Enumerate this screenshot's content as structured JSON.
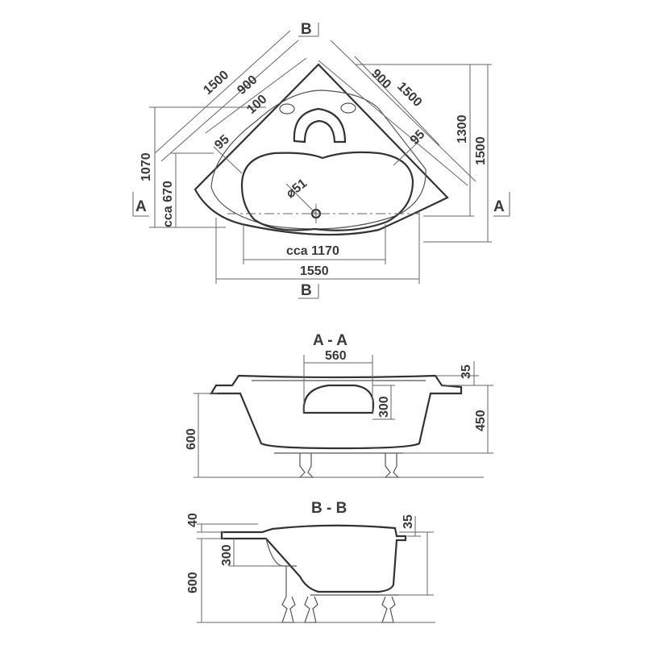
{
  "plan": {
    "section_marker_a": "A",
    "section_marker_b": "B",
    "dim_1500_left": "1500",
    "dim_900_left": "900",
    "dim_100": "100",
    "dim_95_left": "95",
    "dim_900_right": "900",
    "dim_1500_right": "1500",
    "dim_95_right": "95",
    "dim_1300": "1300",
    "dim_1500_vertical": "1500",
    "dim_1070": "1070",
    "dim_670": "cca 670",
    "dim_drain": "⌀51",
    "dim_1170": "cca 1170",
    "dim_1550": "1550"
  },
  "section_aa": {
    "title": "A - A",
    "dim_560": "560",
    "dim_300": "300",
    "dim_35": "35",
    "dim_450": "450",
    "dim_600": "600"
  },
  "section_bb": {
    "title": "B - B",
    "dim_40": "40",
    "dim_300": "300",
    "dim_600": "600",
    "dim_35": "35"
  }
}
